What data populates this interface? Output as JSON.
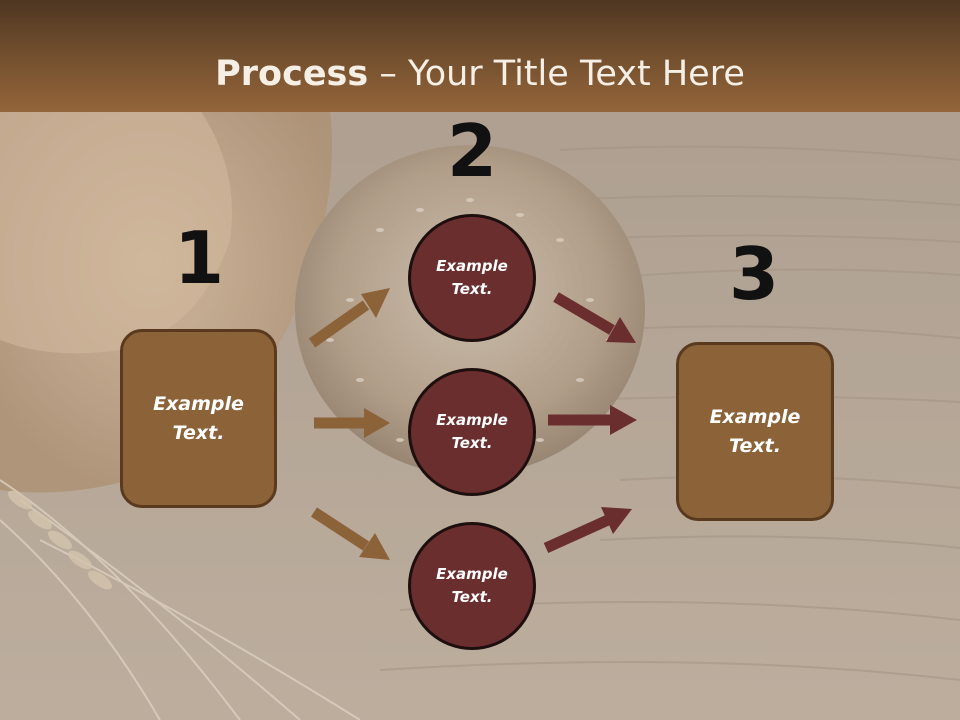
{
  "title": {
    "bold": "Process",
    "rest": " – Your Title Text Here"
  },
  "steps": [
    {
      "number": "1",
      "text": "Example Text."
    },
    {
      "number": "2",
      "text": "Example Text."
    },
    {
      "number": "3",
      "text": "Example Text."
    }
  ],
  "circles": [
    {
      "text": "Example Text."
    },
    {
      "text": "Example Text."
    },
    {
      "text": "Example Text."
    }
  ],
  "colors": {
    "box_fill": "#8c6239",
    "circle_fill": "#6b2e2e",
    "arrow_left": "#8c6239",
    "arrow_right": "#6b2e2e",
    "title_bar": "#6f4d2d"
  }
}
